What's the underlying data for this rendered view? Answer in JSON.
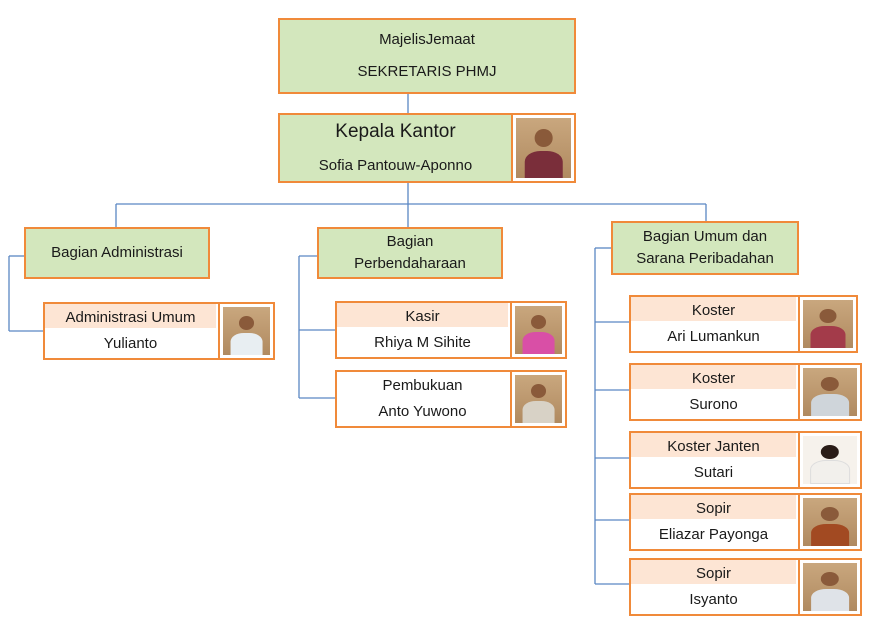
{
  "top": {
    "line1": "MajelisJemaat",
    "line2": "SEKRETARIS PHMJ"
  },
  "head": {
    "role": "Kepala Kantor",
    "name": "Sofia Pantouw-Aponno"
  },
  "departments": [
    {
      "label": "Bagian Administrasi",
      "label2": ""
    },
    {
      "label": "Bagian",
      "label2": "Perbendaharaan"
    },
    {
      "label": "Bagian Umum dan",
      "label2": "Sarana Peribadahan"
    }
  ],
  "staff": [
    {
      "role": "Administrasi Umum",
      "name": "Yulianto",
      "shirt": "#e8eef2"
    },
    {
      "role": "Kasir",
      "name": "Rhiya M Sihite",
      "shirt": "#d94fa6"
    },
    {
      "role": "Pembukuan",
      "name": "Anto Yuwono",
      "shirt": "#d8d2c6"
    },
    {
      "role": "Koster",
      "name": "Ari Lumankun",
      "shirt": "#a33b4a"
    },
    {
      "role": "Koster",
      "name": "Surono",
      "shirt": "#cfd5da"
    },
    {
      "role": "Koster Janten",
      "name": "Sutari",
      "shirt": "#f2f0ec"
    },
    {
      "role": "Sopir",
      "name": "Eliazar Payonga",
      "shirt": "#a24a22"
    },
    {
      "role": "Sopir",
      "name": "Isyanto",
      "shirt": "#dfe3e8"
    }
  ],
  "colors": {
    "box_border": "#f08a3a",
    "dept_fill": "#d3e7bd",
    "role_fill": "#fde5d4",
    "connector": "#5b87c4"
  }
}
